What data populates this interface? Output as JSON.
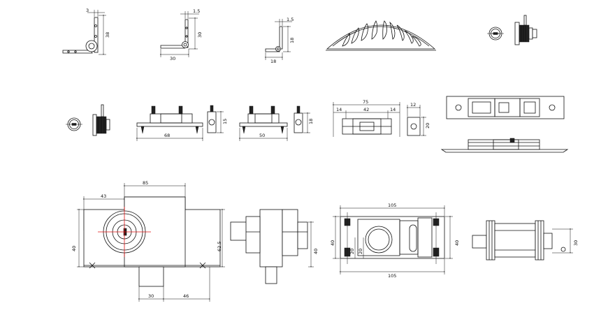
{
  "drawing": {
    "colors": {
      "line": "#111111",
      "center_mark": "#e01010",
      "background": "#ffffff"
    },
    "row1": {
      "hinge_a": {
        "top": "3",
        "height": "38"
      },
      "hinge_b": {
        "top": "1.5",
        "height": "30",
        "width": "30"
      },
      "hinge_c": {
        "top": "1.5",
        "height": "18",
        "width": "18"
      }
    },
    "row2": {
      "catch_a": {
        "width": "68",
        "side": "15"
      },
      "catch_b": {
        "width": "50",
        "side": "18"
      },
      "catch_c": {
        "width": "75",
        "left": "14",
        "mid": "42",
        "right": "14",
        "side_w": "12",
        "side_h": "20"
      }
    },
    "row3": {
      "lock_front": {
        "width": "85",
        "offset": "43",
        "height_left": "40",
        "height_right": "62.5",
        "bolt": "30",
        "bolt_off": "46"
      },
      "lock_side": {
        "height": "40"
      },
      "latch": {
        "top": "105",
        "bottom": "105",
        "height_left": "40",
        "height_right": "40",
        "inner_a": "20",
        "inner_b": "20"
      },
      "end_view": {
        "height": "30"
      }
    }
  }
}
